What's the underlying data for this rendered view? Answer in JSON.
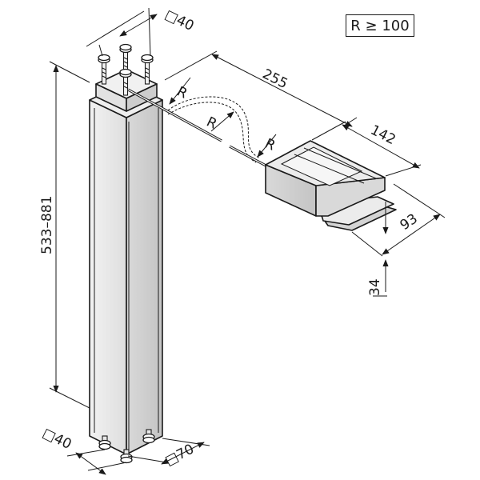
{
  "note": {
    "radius_label": "R ≥ 100"
  },
  "dims": {
    "top_square": "□40",
    "cable_length": "255",
    "pedal_length": "142",
    "pedal_width": "93",
    "pedal_height": "34",
    "column_height": "533–881",
    "bottom_square": "□40",
    "column_square": "□70",
    "bend_r1": "R",
    "bend_r2": "R",
    "bend_r3": "R"
  },
  "colors": {
    "line": "#1a1a1a",
    "column_front": "#e6e6e6",
    "column_side": "#cfcfcf",
    "pedal_top": "#e9e9e9",
    "pedal_side": "#cccccc"
  }
}
